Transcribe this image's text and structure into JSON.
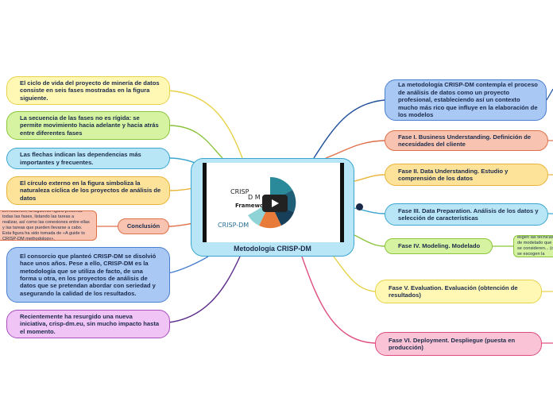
{
  "central": {
    "title": "Metodología CRISP-DM",
    "thumbnail": {
      "text_top": "CRISP",
      "text_mid": "D M",
      "text_framework": "Framework",
      "logo": "CRISP-DM"
    }
  },
  "left_nodes": [
    {
      "text": "El ciclo de vida del proyecto de minería de datos consiste en seis fases mostradas en la figura siguiente."
    },
    {
      "text": "La secuencia de las fases no es rígida: se permite movimiento hacia adelante y hacia atrás entre diferentes fases"
    },
    {
      "text": "Las flechas indican las dependencias más importantes y frecuentes."
    },
    {
      "text": "El círculo externo en la figura simboliza la naturaleza cíclica de los proyectos de análisis de datos"
    },
    {
      "text": "Conclusión"
    },
    {
      "text": "El consorcio que planteó CRISP-DM se disolvió hace unos años. Pese a ello, CRISP-DM es la metodología que se utiliza de facto, de una forma u otra, en los proyectos de análisis de datos que se pretendan abordar con seriedad y asegurando la calidad de los resultados."
    },
    {
      "text": "Recientemente ha resurgido una nueva iniciativa, crisp-dm.eu, sin mucho impacto hasta el momento."
    }
  ],
  "conclusion_detail": "En resumen, la siguiente figura presenta todas las fases, listando las tareas a realizar, así como las conexiones entre ellas y las tareas que pueden llevarse a cabo. Esta figura ha sido tomada de «A guide to CRISP-DM methodology».",
  "right_nodes": [
    {
      "text": "La metodología CRISP-DM contempla el proceso de análisis de datos como un proyecto profesional, estableciendo así un contexto mucho más rico que influye en la elaboración de los modelos"
    },
    {
      "text": "Fase I. Business Understanding. Definición de necesidades del cliente"
    },
    {
      "text": "Fase II. Data Understanding. Estudio y comprensión de los datos"
    },
    {
      "text": "Fase III. Data Preparation. Análisis de los datos y selección de características"
    },
    {
      "text": "Fase IV. Modeling. Modelado"
    },
    {
      "text": "Fase V. Evaluation. Evaluación (obtención de resultados)"
    },
    {
      "text": "Fase VI. Deployment. Despliegue (puesta en producción)"
    }
  ],
  "modeling_detail": "En esta fase, se eligen las técnicas de modelado que se consideren... (o se escogen la mejor), y se calib...",
  "colors": {
    "yellow": "#fff8b5",
    "green": "#d6f3a1",
    "blue": "#b9e6f7",
    "orange": "#fde29a",
    "deep_blue": "#a9c8f3",
    "purple": "#f0c4f4",
    "salmon": "#f8c4b1",
    "pink": "#fbc4d6"
  }
}
